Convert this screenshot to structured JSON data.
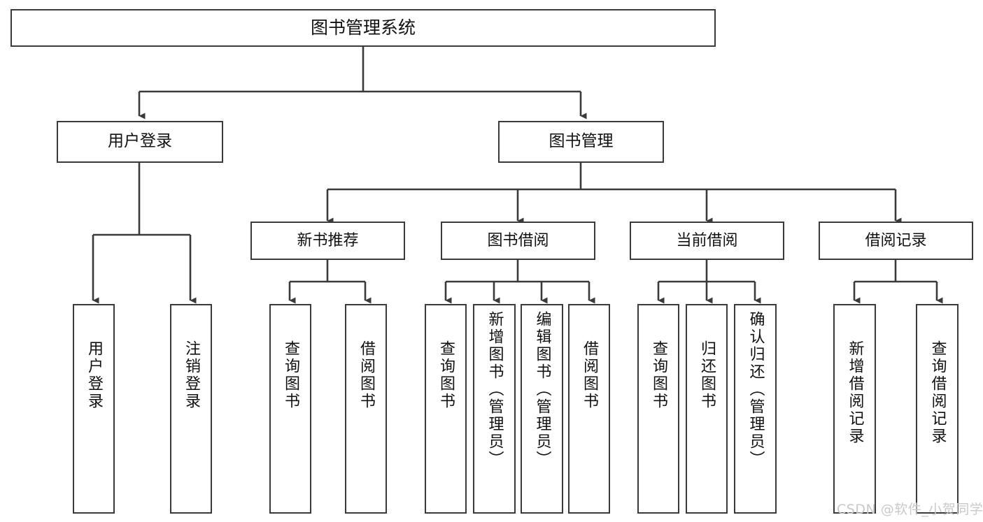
{
  "diagram": {
    "title": "图书管理系统",
    "type": "tree-hierarchy",
    "root": {
      "label": "图书管理系统"
    },
    "level2": [
      {
        "label": "用户登录"
      },
      {
        "label": "图书管理"
      }
    ],
    "level3": [
      {
        "label": "新书推荐"
      },
      {
        "label": "图书借阅"
      },
      {
        "label": "当前借阅"
      },
      {
        "label": "借阅记录"
      }
    ],
    "leaves": {
      "user_login": [
        {
          "label": "用户登录"
        },
        {
          "label": "注销登录"
        }
      ],
      "new_book_recommend": [
        {
          "label": "查询图书"
        },
        {
          "label": "借阅图书"
        }
      ],
      "book_borrow": [
        {
          "label": "查询图书"
        },
        {
          "label": "新增图书（管理员）"
        },
        {
          "label": "编辑图书（管理员）"
        },
        {
          "label": "借阅图书"
        }
      ],
      "current_borrow": [
        {
          "label": "查询图书"
        },
        {
          "label": "归还图书"
        },
        {
          "label": "确认归还（管理员）"
        }
      ],
      "borrow_record": [
        {
          "label": "新增借阅记录"
        },
        {
          "label": "查询借阅记录"
        }
      ]
    }
  },
  "watermark": {
    "text": "CSDN @软件_小贺同学"
  },
  "colors": {
    "border": "#3a3a3a",
    "background": "#ffffff",
    "text": "#111111",
    "watermark": "#c9c9c9"
  }
}
